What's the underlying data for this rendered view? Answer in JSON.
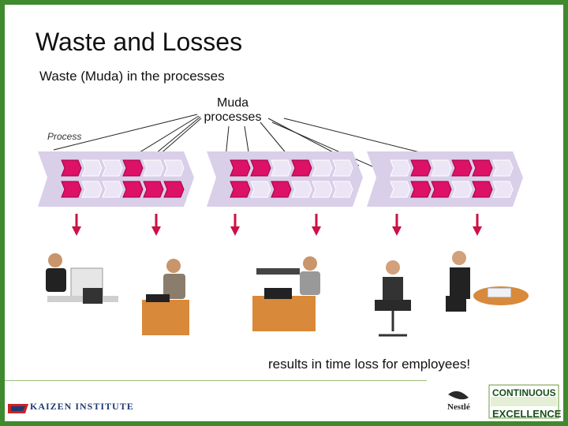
{
  "title": "Waste and Losses",
  "subtitle": "Waste (Muda)  in the processes",
  "muda_label": "Muda processes",
  "process_label": "Process",
  "conclusion": "results in time loss for employees!",
  "logos": {
    "left": "KAIZEN INSTITUTE",
    "right_brand": "Nestlé",
    "right_top": "CONTINUOUS",
    "right_bottom": "EXCELLENCE"
  },
  "colors": {
    "background_frame": "#3f8a2e",
    "process_band": "#d9cfe9",
    "muda_step": "#dd1166",
    "normal_step": "#ebe5f5",
    "arrow": "#cc1144"
  },
  "process_rows": [
    [
      [
        1,
        0,
        0,
        1,
        0,
        0
      ],
      [
        1,
        0,
        0,
        1,
        1,
        1
      ]
    ],
    [
      [
        1,
        1,
        0,
        1,
        0,
        0
      ],
      [
        1,
        0,
        1,
        0,
        0,
        0
      ]
    ],
    [
      [
        0,
        1,
        0,
        1,
        1,
        0
      ],
      [
        0,
        1,
        1,
        0,
        1,
        0
      ]
    ]
  ],
  "people_icons": [
    "office-worker-at-desk-icon",
    "worker-on-phone-icon",
    "relaxing-worker-icon",
    "woman-in-chair-icon",
    "seated-woman-icon"
  ]
}
